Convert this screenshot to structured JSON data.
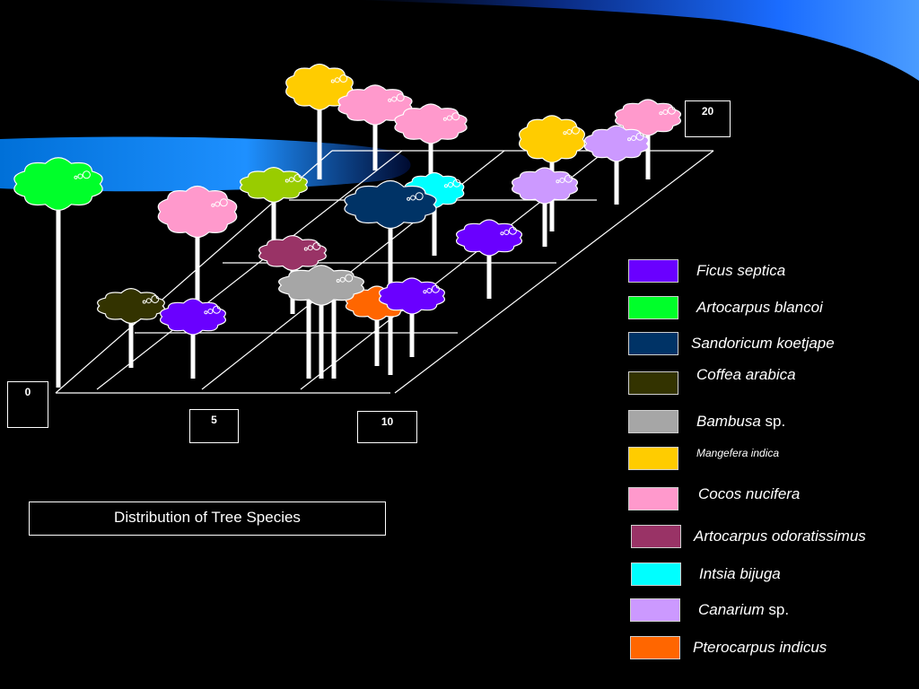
{
  "diagram": {
    "title": "Distribution of Tree Species",
    "scale_labels": [
      "0",
      "5",
      "10",
      "20"
    ],
    "legend": [
      {
        "name": "Ficus septica",
        "suffix": "",
        "color": "#6a00ff",
        "small": false
      },
      {
        "name": "Artocarpus blancoi",
        "suffix": "",
        "color": "#00ff2a",
        "small": false
      },
      {
        "name": "Sandoricum koetjape",
        "suffix": "",
        "color": "#003366",
        "small": false
      },
      {
        "name": "Coffea arabica",
        "suffix": "",
        "color": "#333300",
        "small": false
      },
      {
        "name": "Bambusa",
        "suffix": " sp.",
        "color": "#a6a6a6",
        "small": false
      },
      {
        "name": "Mangefera indica",
        "suffix": "",
        "color": "#ffcc00",
        "small": true
      },
      {
        "name": "Cocos nucifera",
        "suffix": "",
        "color": "#ff99cc",
        "small": false
      },
      {
        "name": "Artocarpus odoratissimus",
        "suffix": "",
        "color": "#993366",
        "small": false
      },
      {
        "name": "Intsia bijuga",
        "suffix": "",
        "color": "#00ffff",
        "small": false
      },
      {
        "name": "Canarium",
        "suffix": " sp.",
        "color": "#cc99ff",
        "small": false
      },
      {
        "name": "Pterocarpus indicus",
        "suffix": "",
        "color": "#ff6600",
        "small": false
      }
    ],
    "trees": [
      {
        "species": "Mangefera indica",
        "color": "#ffcc00"
      },
      {
        "species": "Cocos nucifera",
        "color": "#ff99cc"
      },
      {
        "species": "Cocos nucifera",
        "color": "#ff99cc"
      },
      {
        "species": "Cocos nucifera",
        "color": "#ff99cc"
      },
      {
        "species": "Mangefera indica",
        "color": "#ffcc00"
      },
      {
        "species": "Canarium sp.",
        "color": "#cc99ff"
      },
      {
        "species": "Artocarpus blancoi",
        "color": "#00ff2a"
      },
      {
        "species": "Unlisted species",
        "color": "#99cc00"
      },
      {
        "species": "Cocos nucifera",
        "color": "#ff99cc"
      },
      {
        "species": "Canarium sp.",
        "color": "#cc99ff"
      },
      {
        "species": "Intsia bijuga",
        "color": "#00ffff"
      },
      {
        "species": "Sandoricum koetjape",
        "color": "#003366"
      },
      {
        "species": "Ficus septica",
        "color": "#6a00ff"
      },
      {
        "species": "Artocarpus odoratissimus",
        "color": "#993366"
      },
      {
        "species": "Coffea arabica",
        "color": "#333300"
      },
      {
        "species": "Ficus septica",
        "color": "#6a00ff"
      },
      {
        "species": "Pterocarpus indicus",
        "color": "#ff6600"
      },
      {
        "species": "Bambusa sp.",
        "color": "#a6a6a6"
      },
      {
        "species": "Ficus septica",
        "color": "#6a00ff"
      }
    ]
  }
}
